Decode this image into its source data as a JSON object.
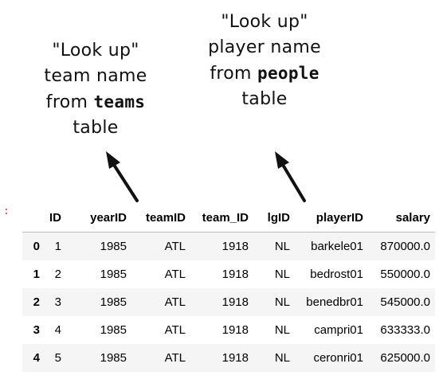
{
  "annotations": {
    "left": {
      "line1": "\"Look up\"",
      "line2": "team name",
      "line3_prefix": "from ",
      "line3_code": "teams",
      "line4": "table"
    },
    "right": {
      "line1": "\"Look up\"",
      "line2": "player name",
      "line3_prefix": "from ",
      "line3_code": "people",
      "line4": "table"
    }
  },
  "cell_prompt": ":",
  "colors": {
    "arrow": "#111111",
    "row_stripe": "#f5f5f5",
    "prompt": "#d84315"
  },
  "table": {
    "columns": [
      "",
      "ID",
      "yearID",
      "teamID",
      "team_ID",
      "lgID",
      "playerID",
      "salary"
    ],
    "rows": [
      {
        "index": "0",
        "cells": [
          "1",
          "1985",
          "ATL",
          "1918",
          "NL",
          "barkele01",
          "870000.0"
        ]
      },
      {
        "index": "1",
        "cells": [
          "2",
          "1985",
          "ATL",
          "1918",
          "NL",
          "bedrost01",
          "550000.0"
        ]
      },
      {
        "index": "2",
        "cells": [
          "3",
          "1985",
          "ATL",
          "1918",
          "NL",
          "benedbr01",
          "545000.0"
        ]
      },
      {
        "index": "3",
        "cells": [
          "4",
          "1985",
          "ATL",
          "1918",
          "NL",
          "campri01",
          "633333.0"
        ]
      },
      {
        "index": "4",
        "cells": [
          "5",
          "1985",
          "ATL",
          "1918",
          "NL",
          "ceronri01",
          "625000.0"
        ]
      }
    ]
  }
}
